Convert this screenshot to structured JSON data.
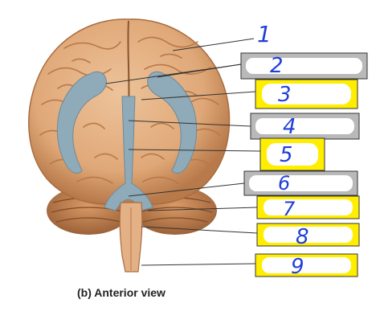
{
  "figure": {
    "caption": "(b) Anterior view",
    "labels": [
      {
        "number": "1",
        "box": "none"
      },
      {
        "number": "2",
        "box": "gray"
      },
      {
        "number": "3",
        "box": "yellow"
      },
      {
        "number": "4",
        "box": "gray"
      },
      {
        "number": "5",
        "box": "yellow"
      },
      {
        "number": "6",
        "box": "gray"
      },
      {
        "number": "7",
        "box": "yellow"
      },
      {
        "number": "8",
        "box": "yellow"
      },
      {
        "number": "9",
        "box": "yellow"
      }
    ]
  },
  "colors": {
    "brain": "#e0a878",
    "brain_shadow": "#b87a4a",
    "ventricle": "#8faab8",
    "cerebellum": "#c98a55",
    "yellow_box": "#ffee00",
    "gray_box": "#b9b9b9",
    "handwriting": "#1f3fd8"
  }
}
